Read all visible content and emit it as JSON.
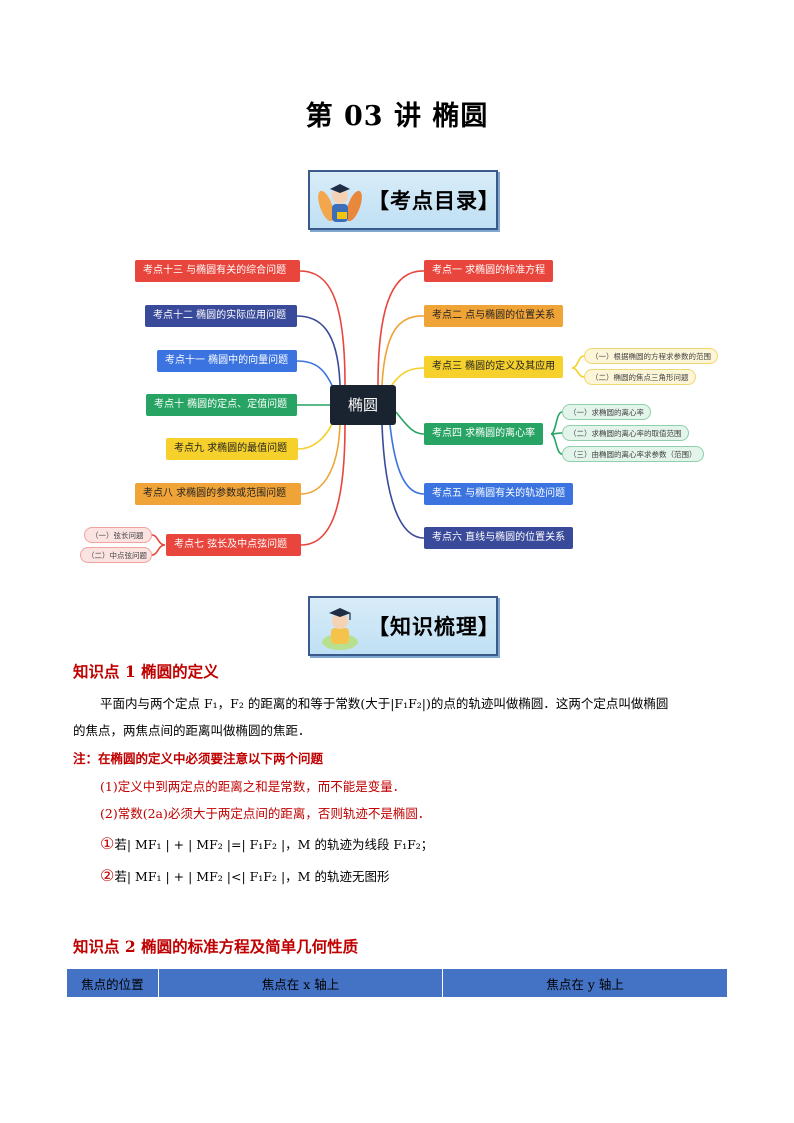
{
  "title": "第 03 讲  椭圆",
  "banner_toc": "【考点目录】",
  "banner_knowledge": "【知识梳理】",
  "mindmap": {
    "center": "椭圆",
    "right": [
      {
        "label": "考点一  求椭圆的标准方程",
        "color": "#e8453c"
      },
      {
        "label": "考点二  点与椭圆的位置关系",
        "color": "#f0a336"
      },
      {
        "label": "考点三  椭圆的定义及其应用",
        "color": "#f6d12b"
      },
      {
        "label": "考点四  求椭圆的离心率",
        "color": "#27a463"
      },
      {
        "label": "考点五  与椭圆有关的轨迹问题",
        "color": "#3b74e0"
      },
      {
        "label": "考点六  直线与椭圆的位置关系",
        "color": "#3a4a9a"
      }
    ],
    "left": [
      {
        "label": "考点十三  与椭圆有关的综合问题",
        "color": "#e8453c"
      },
      {
        "label": "考点十二  椭圆的实际应用问题",
        "color": "#3a4a9a"
      },
      {
        "label": "考点十一  椭圆中的向量问题",
        "color": "#3b74e0"
      },
      {
        "label": "考点十  椭圆的定点、定值问题",
        "color": "#27a463"
      },
      {
        "label": "考点九  求椭圆的最值问题",
        "color": "#f6d12b"
      },
      {
        "label": "考点八  求椭圆的参数或范围问题",
        "color": "#f0a336"
      },
      {
        "label": "考点七  弦长及中点弦问题",
        "color": "#e8453c"
      }
    ],
    "sub3": [
      "（一）根据椭圆的方程求参数的范围",
      "（二）椭圆的焦点三角形问题"
    ],
    "sub4": [
      "（一）求椭圆的离心率",
      "（二）求椭圆的离心率的取值范围",
      "（三）由椭圆的离心率求参数（范围）"
    ],
    "sub7": [
      "（一）弦长问题",
      "（二）中点弦问题"
    ]
  },
  "section1": {
    "heading": "知识点 1  椭圆的定义",
    "para_line1": "平面内与两个定点 F₁，F₂ 的距离的和等于常数(大于|F₁F₂|)的点的轨迹叫做椭圆．这两个定点叫做椭圆",
    "para_line2": "的焦点，两焦点间的距离叫做椭圆的焦距．",
    "note": "注：在椭圆的定义中必须要注意以下两个问题",
    "item1": "(1)定义中到两定点的距离之和是常数，而不能是变量．",
    "item2": "(2)常数(2a)必须大于两定点间的距离，否则轨迹不是椭圆．",
    "case1_num": "①",
    "case1": "若| MF₁ | + | MF₂ |=| F₁F₂ |，M 的轨迹为线段 F₁F₂；",
    "case2_num": "②",
    "case2": "若| MF₁ | + | MF₂ |<| F₁F₂ |，M 的轨迹无图形"
  },
  "section2": {
    "heading": "知识点 2  椭圆的标准方程及简单几何性质",
    "table_header": [
      "焦点的位置",
      "焦点在 x 轴上",
      "焦点在 y 轴上"
    ]
  }
}
